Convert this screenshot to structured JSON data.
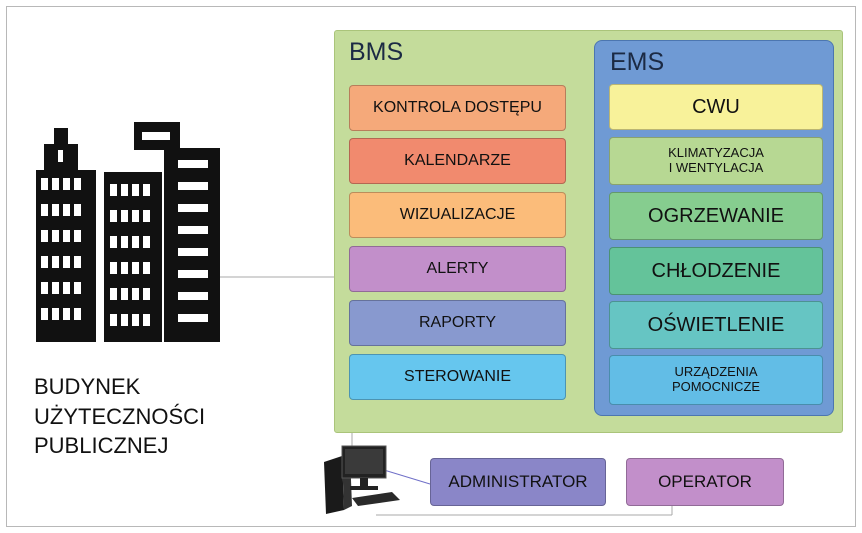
{
  "building": {
    "label_lines": [
      "BUDYNEK",
      "UŻYTECZNOŚCI",
      "PUBLICZNEJ"
    ]
  },
  "bms": {
    "title": "BMS",
    "items": [
      "KONTROLA DOSTĘPU",
      "KALENDARZE",
      "WIZUALIZACJE",
      "ALERTY",
      "RAPORTY",
      "STEROWANIE"
    ],
    "colors": [
      "#f5a97a",
      "#f18a6e",
      "#fbbc7a",
      "#c28fca",
      "#8899cf",
      "#66c6ee"
    ]
  },
  "ems": {
    "title": "EMS",
    "items": [
      "CWU",
      "KLIMATYZACJA",
      "I WENTYLACJA",
      "OGRZEWANIE",
      "CHŁODZENIE",
      "OŚWIETLENIE",
      "URZĄDZENIA",
      "POMOCNICZE"
    ],
    "colors": [
      "#f8f29a",
      "#b7d893",
      "#86cd8f",
      "#64c39a",
      "#66c5c3",
      "#62bde6"
    ]
  },
  "roles": {
    "administrator": "ADMINISTRATOR",
    "operator": "OPERATOR",
    "colors": [
      "#8a86c8",
      "#c28fca"
    ]
  }
}
